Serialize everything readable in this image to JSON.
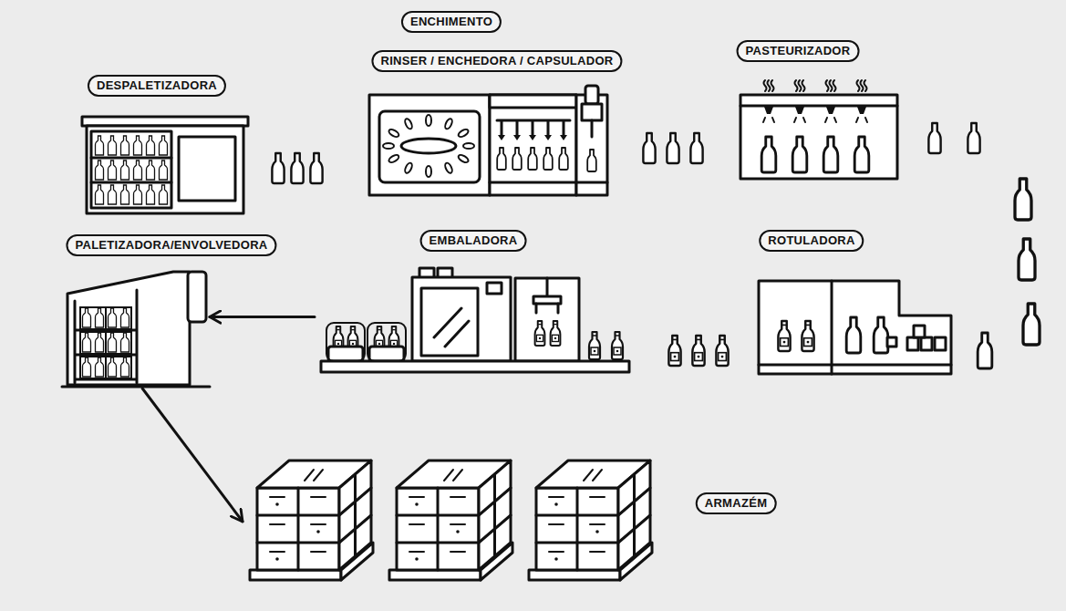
{
  "diagram": {
    "nodes": [
      {
        "text": [
          "DESPALETIZADORA"
        ]
      },
      {
        "text": [
          "ENCHIMENTO",
          "RINSER / ENCHEDORA / CAPSULADOR"
        ]
      },
      {
        "text": [
          "PASTEURIZADOR"
        ]
      },
      {
        "text": [
          "PALETIZADORA/ENVOLVEDORA"
        ]
      },
      {
        "text": [
          "EMBALADORA"
        ]
      },
      {
        "text": [
          "ROTULADORA"
        ]
      },
      {
        "text": [
          "ARMAZÉM"
        ]
      }
    ],
    "edges": [
      {
        "from": 4,
        "to": 3,
        "arrow": "to"
      },
      {
        "from": 3,
        "to": 6,
        "arrow": "to"
      }
    ]
  }
}
